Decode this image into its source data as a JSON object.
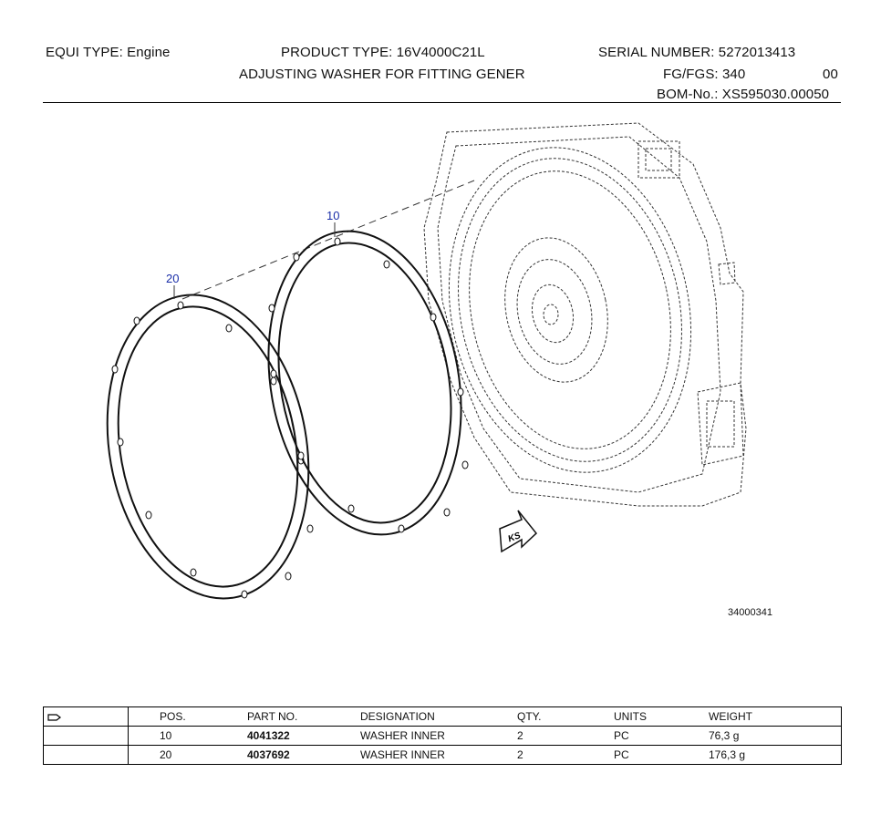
{
  "header": {
    "equi_type": "EQUI TYPE:  Engine",
    "product_type": "PRODUCT TYPE:  16V4000C21L",
    "serial_number": "SERIAL NUMBER:  5272013413",
    "title": "ADJUSTING WASHER FOR FITTING GENER",
    "fg_fgs_label": "FG/FGS:  340",
    "fg_fgs_sub": "00",
    "bom": "BOM-No.:  XS595030.00050"
  },
  "drawing": {
    "callout_10": "10",
    "callout_20": "20",
    "ks_label": "KS",
    "figure_number": "34000341"
  },
  "table": {
    "columns": [
      "POS.",
      "PART NO.",
      "DESIGNATION",
      "QTY.",
      "UNITS",
      "WEIGHT"
    ],
    "rows": [
      {
        "pos": "10",
        "part_no": "4041322",
        "designation": "WASHER INNER",
        "qty": "2",
        "units": "PC",
        "weight": "76,3 g"
      },
      {
        "pos": "20",
        "part_no": "4037692",
        "designation": "WASHER INNER",
        "qty": "2",
        "units": "PC",
        "weight": "176,3 g"
      }
    ]
  }
}
